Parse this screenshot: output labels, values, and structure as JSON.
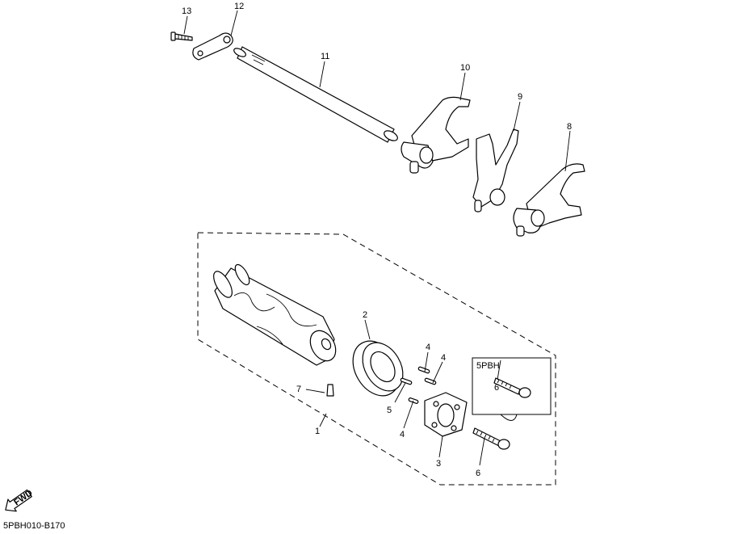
{
  "callouts": [
    "1",
    "2",
    "3",
    "4",
    "4",
    "4",
    "5",
    "6",
    "6",
    "7",
    "8",
    "9",
    "10",
    "11",
    "12",
    "13"
  ],
  "inset": {
    "label": "5PBH"
  },
  "fwd_badge": "FWD",
  "figure_code": "5PBH010-B170"
}
